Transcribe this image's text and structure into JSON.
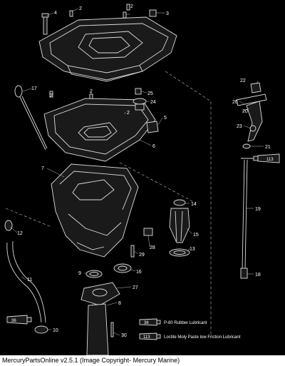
{
  "diagram": {
    "callouts": [
      {
        "id": "c4",
        "text": "4"
      },
      {
        "id": "c2a",
        "text": "2"
      },
      {
        "id": "c2b",
        "text": "2"
      },
      {
        "id": "c3",
        "text": "3"
      },
      {
        "id": "c22",
        "text": "22"
      },
      {
        "id": "c17",
        "text": "17"
      },
      {
        "id": "c2c",
        "text": "2"
      },
      {
        "id": "c2d",
        "text": "2"
      },
      {
        "id": "c25",
        "text": "25"
      },
      {
        "id": "c24",
        "text": "24"
      },
      {
        "id": "c26",
        "text": "26"
      },
      {
        "id": "c20",
        "text": "20"
      },
      {
        "id": "c5",
        "text": "5"
      },
      {
        "id": "c2e",
        "text": "2"
      },
      {
        "id": "c6",
        "text": "6"
      },
      {
        "id": "c23",
        "text": "23"
      },
      {
        "id": "c21",
        "text": "21"
      },
      {
        "id": "c7",
        "text": "7"
      },
      {
        "id": "c14",
        "text": "14"
      },
      {
        "id": "c19",
        "text": "19"
      },
      {
        "id": "c12",
        "text": "12"
      },
      {
        "id": "c15",
        "text": "15"
      },
      {
        "id": "c28",
        "text": "28"
      },
      {
        "id": "c13",
        "text": "13"
      },
      {
        "id": "c29",
        "text": "29"
      },
      {
        "id": "c9",
        "text": "9"
      },
      {
        "id": "c16",
        "text": "16"
      },
      {
        "id": "c18",
        "text": "18"
      },
      {
        "id": "c11",
        "text": "11"
      },
      {
        "id": "c27",
        "text": "27"
      },
      {
        "id": "c8",
        "text": "8"
      },
      {
        "id": "c10",
        "text": "10"
      },
      {
        "id": "c30",
        "text": "30"
      }
    ],
    "tube_labels": {
      "right_tube": "113",
      "left_tube": "36"
    },
    "legend": [
      {
        "code": "36",
        "text": "P-80 Rubber Lubricant"
      },
      {
        "code": "113",
        "text": "Loctite Moly Paste low Friction Lubricant"
      }
    ]
  },
  "footer": {
    "caption": "MercuryPartsOnline v2.5.1 (Image Copyright- Mercury Marine)"
  }
}
